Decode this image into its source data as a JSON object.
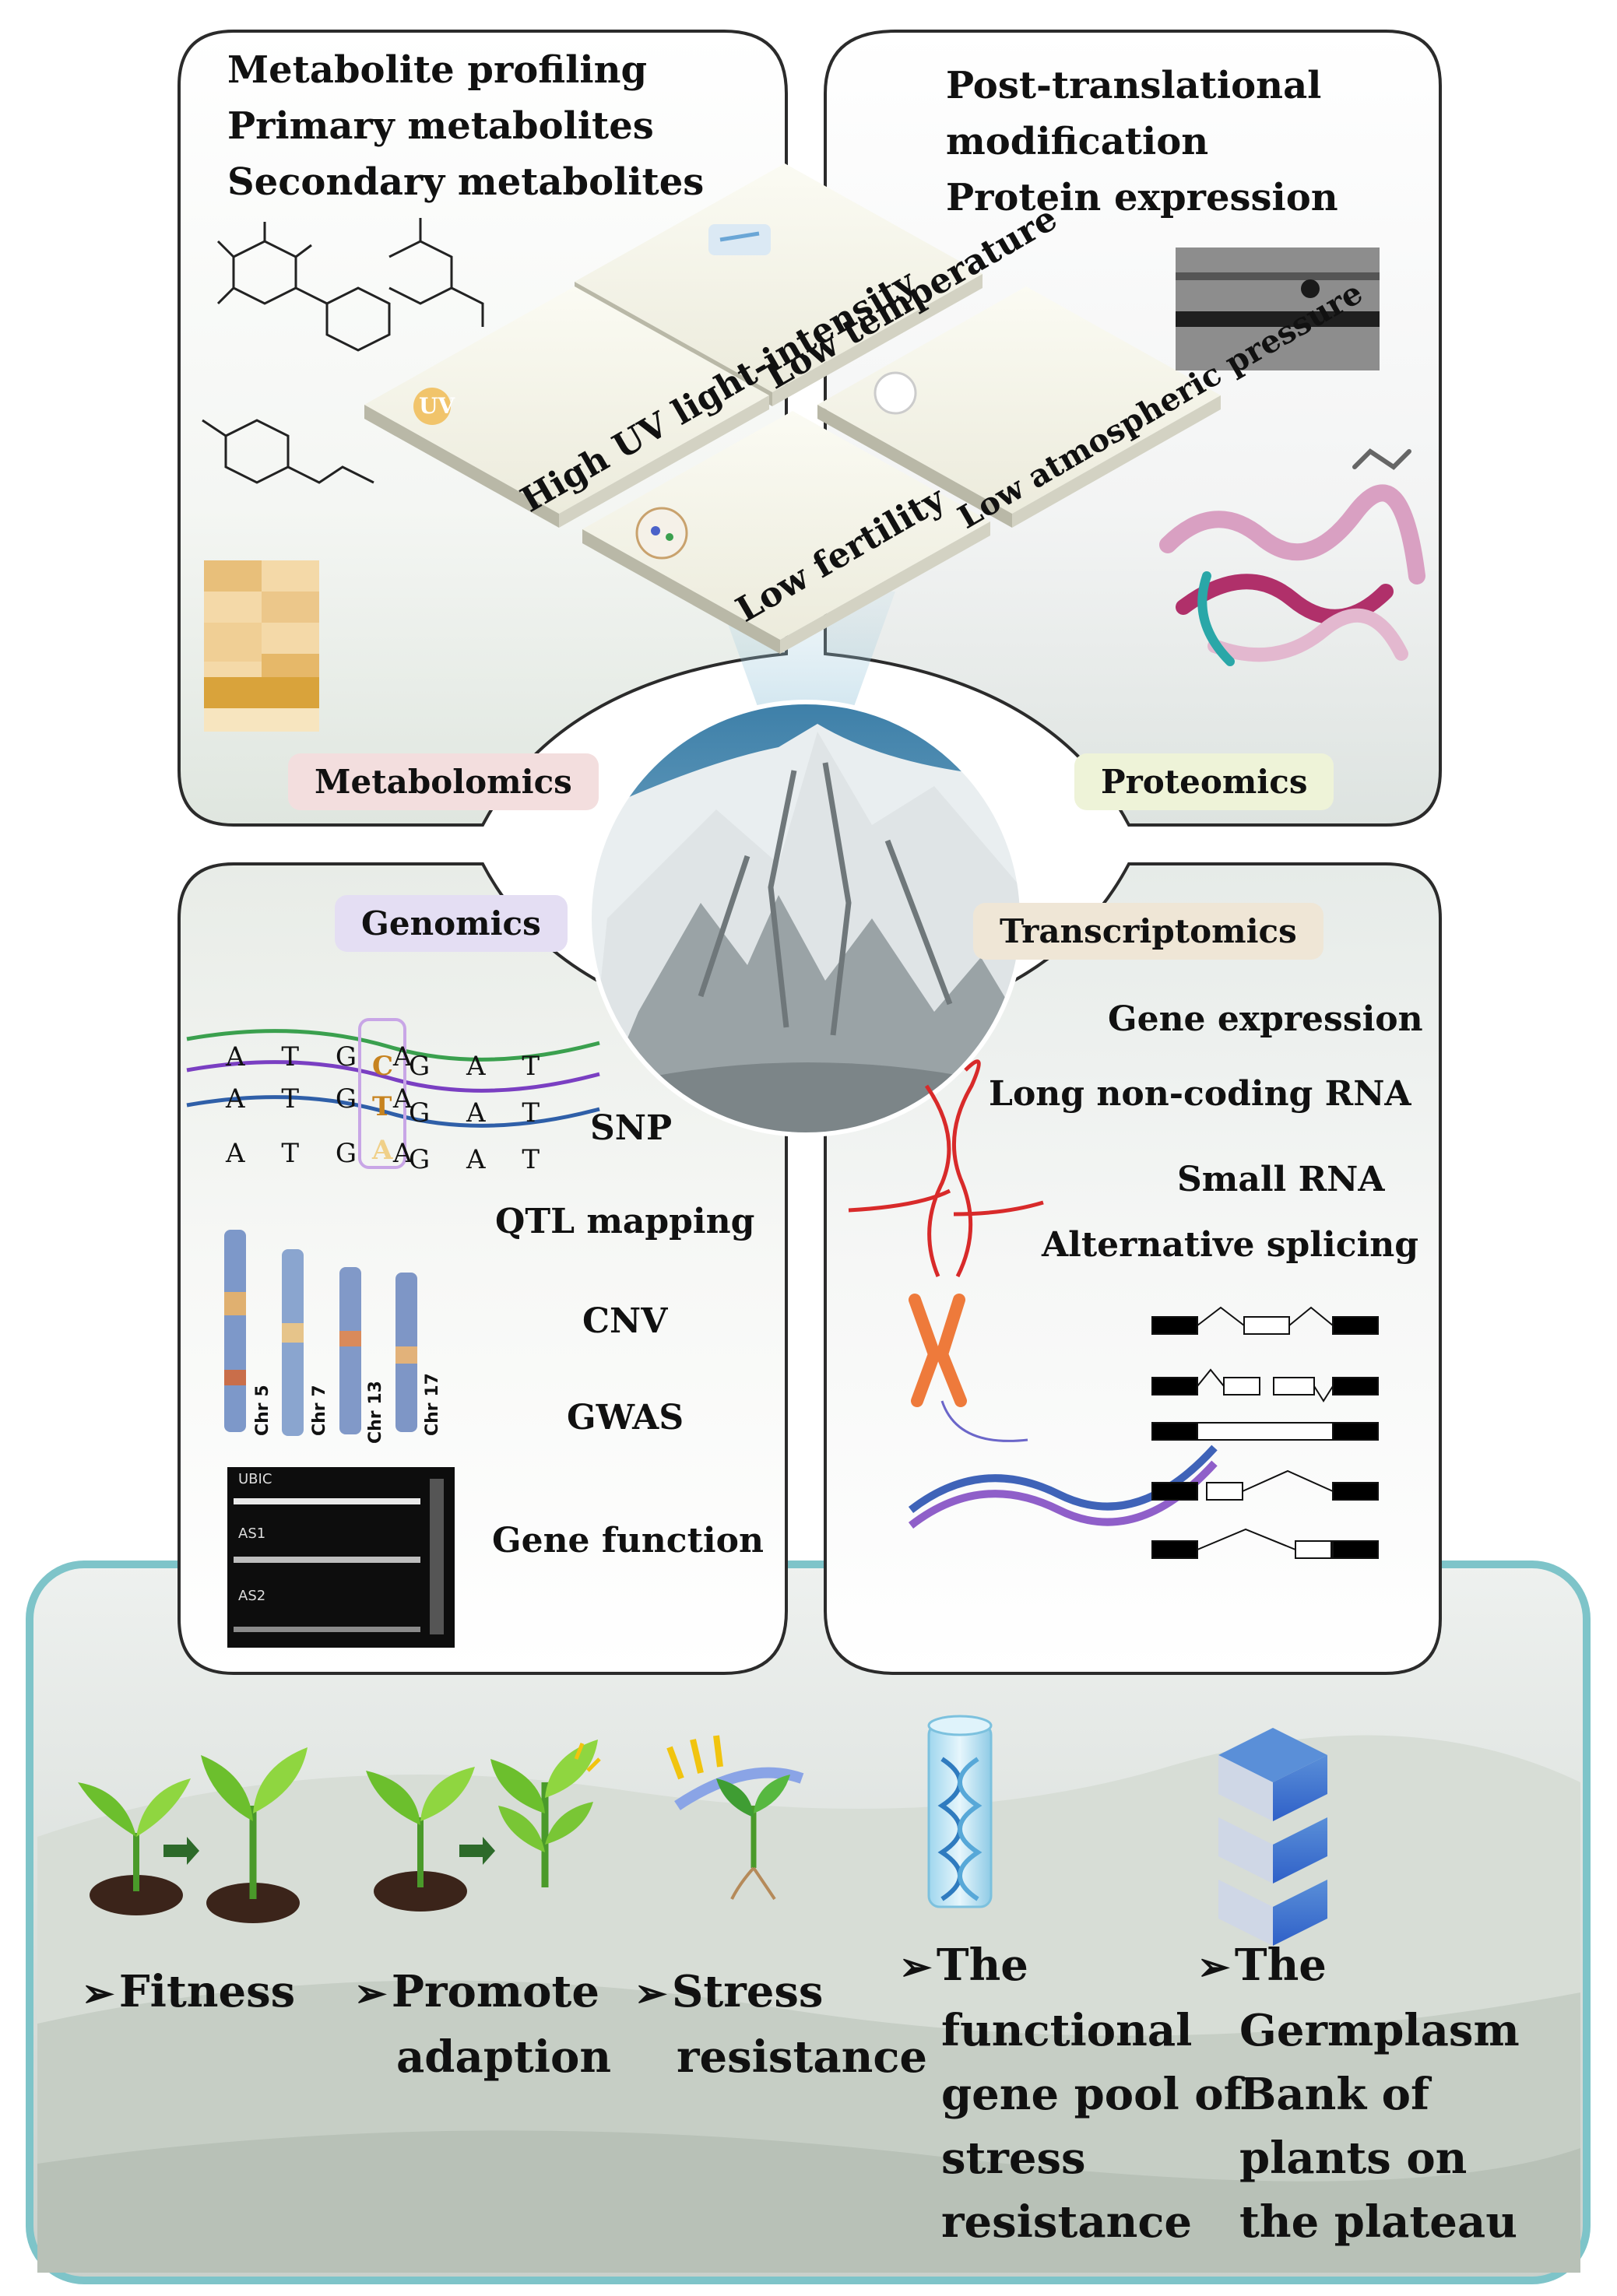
{
  "metabolomics": {
    "lines": [
      "Metabolite profiling",
      "Primary metabolites",
      "Secondary metabolites"
    ],
    "label": "Metabolomics"
  },
  "proteomics": {
    "lines": [
      "Post-translational",
      "modification",
      "Protein expression"
    ],
    "label": "Proteomics"
  },
  "environment": {
    "tiles": [
      {
        "label": "High UV light-intensity",
        "icon": "uv-icon"
      },
      {
        "label": "Low temperature",
        "icon": "thermometer-icon"
      },
      {
        "label": "Low atmospheric pressure",
        "icon": "gauge-icon"
      },
      {
        "label": "Low fertility",
        "icon": "soil-icon"
      }
    ],
    "uv_badge": "UV"
  },
  "genomics": {
    "label": "Genomics",
    "items": [
      "SNP",
      "QTL mapping",
      "CNV",
      "GWAS",
      "Gene function"
    ],
    "chromosomes": [
      "Chr 5",
      "Chr 7",
      "Chr 13",
      "Chr 17"
    ],
    "gel_labels": [
      "UBIC",
      "AS1",
      "AS2"
    ],
    "sequence_left": [
      "A T G A",
      "A T G A",
      "A T G A"
    ],
    "sequence_variants": [
      "C",
      "T",
      "A"
    ],
    "sequence_right": [
      "G A T",
      "G A T",
      "G A T"
    ]
  },
  "transcriptomics": {
    "label": "Transcriptomics",
    "items": [
      "Gene expression",
      "Long non-coding RNA",
      "Small RNA",
      "Alternative splicing"
    ]
  },
  "outcomes": [
    {
      "lines": [
        "Fitness"
      ]
    },
    {
      "lines": [
        "Promote",
        "adaption"
      ]
    },
    {
      "lines": [
        "Stress",
        "resistance"
      ]
    },
    {
      "lines": [
        "The",
        "functional",
        "gene pool of",
        "stress",
        "resistance"
      ]
    },
    {
      "lines": [
        "The",
        "Germplasm",
        "Bank of",
        "plants on",
        "the plateau"
      ]
    }
  ],
  "colors": {
    "panel_border": "#2b2b2b",
    "bottom_border": "#7ec4c9",
    "metabolomics_tag": "#f3dede",
    "proteomics_tag": "#eef3d8",
    "genomics_tag": "#e4def3",
    "transcriptomics_tag": "#efe6d6"
  }
}
